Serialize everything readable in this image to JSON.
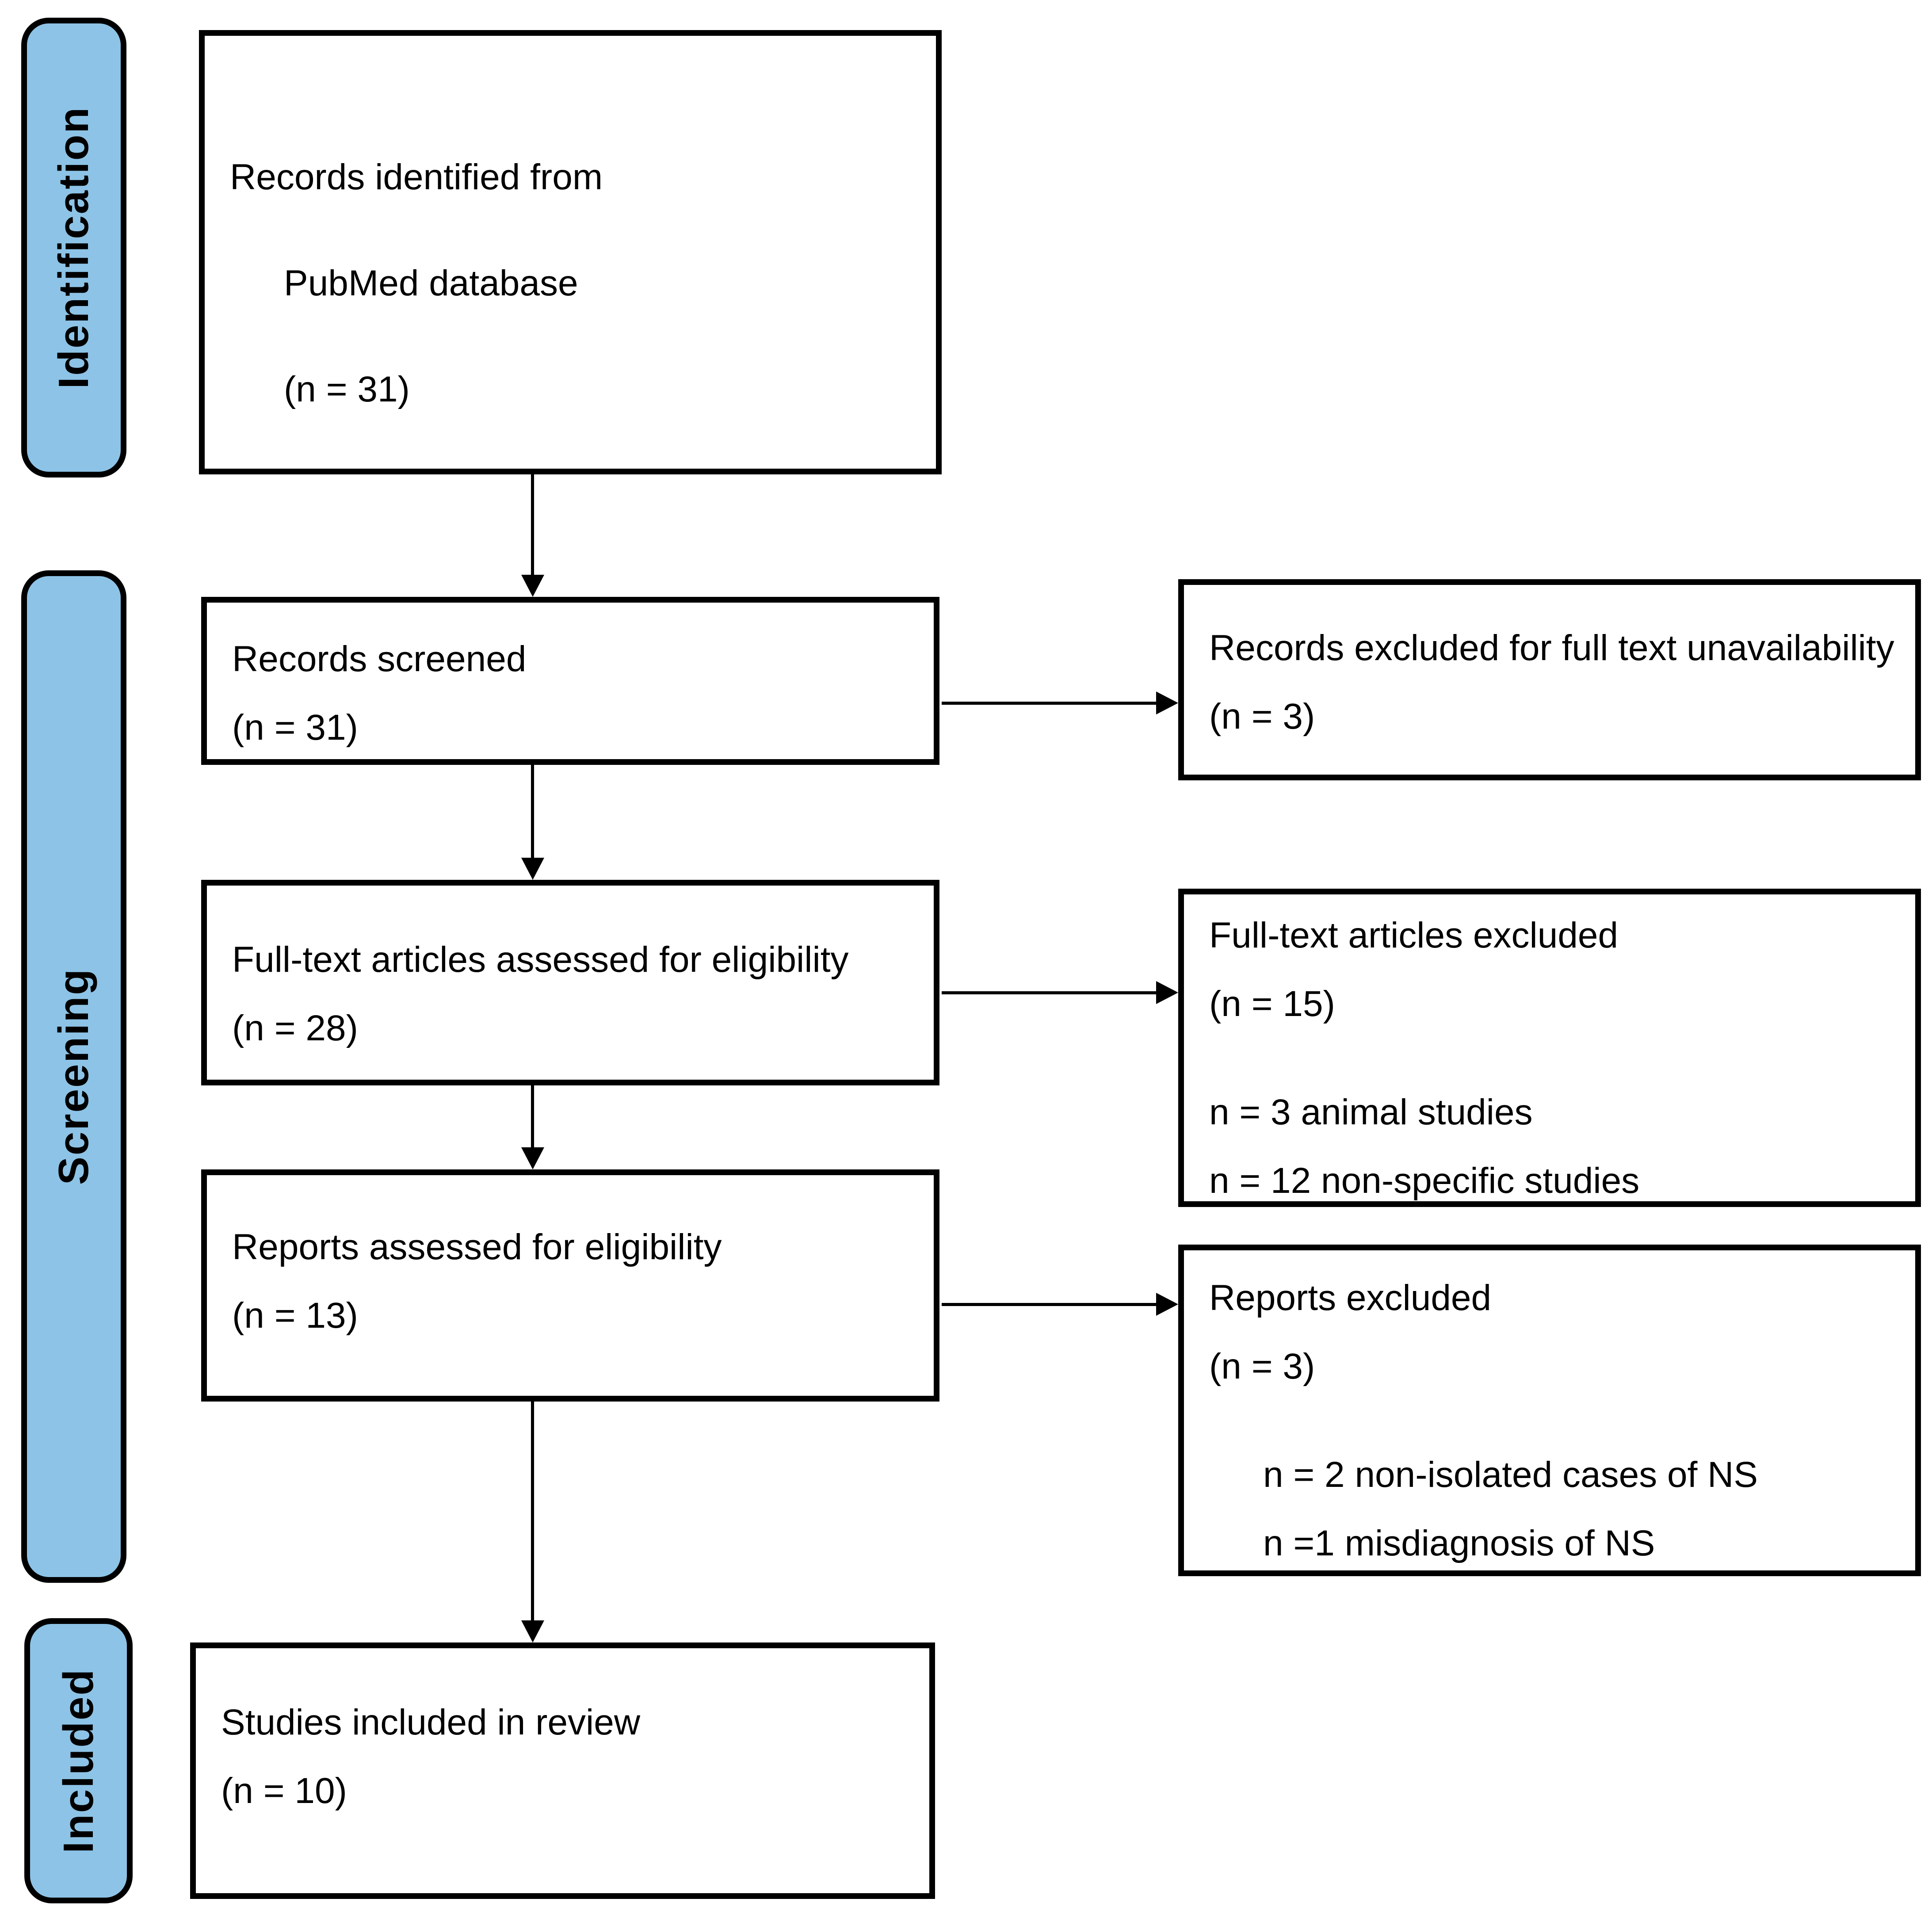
{
  "stages": [
    {
      "id": "identification",
      "label": "Identification"
    },
    {
      "id": "screening",
      "label": "Screening"
    },
    {
      "id": "included",
      "label": "Included"
    }
  ],
  "boxes": {
    "records_identified": {
      "lines": [
        {
          "text": "Records identified from"
        },
        {
          "text": "PubMed database",
          "indent": true
        },
        {
          "text": "(n = 31)",
          "indent": true
        }
      ]
    },
    "records_screened": {
      "lines": [
        {
          "text": "Records screened"
        },
        {
          "text": "(n = 31)"
        }
      ]
    },
    "records_excluded": {
      "lines": [
        {
          "text": "Records excluded for full text unavailability"
        },
        {
          "text": "(n = 3)"
        }
      ]
    },
    "fulltext_assessed": {
      "lines": [
        {
          "text": "Full-text articles assessed for eligibility"
        },
        {
          "text": "(n = 28)"
        }
      ]
    },
    "fulltext_excluded": {
      "lines": [
        {
          "text": "Full-text articles excluded"
        },
        {
          "text": "(n = 15)"
        },
        {
          "spacer": true
        },
        {
          "text": "n = 3 animal studies"
        },
        {
          "text": "n = 12 non-specific studies"
        }
      ]
    },
    "reports_assessed": {
      "lines": [
        {
          "text": "Reports assessed for eligibility"
        },
        {
          "text": "(n = 13)"
        }
      ]
    },
    "reports_excluded": {
      "lines": [
        {
          "text": "Reports excluded"
        },
        {
          "text": "(n = 3)"
        },
        {
          "spacer": true
        },
        {
          "text": "n = 2 non-isolated cases of NS",
          "indent": true
        },
        {
          "text": "n =1 misdiagnosis of NS",
          "indent": true
        }
      ]
    },
    "studies_included": {
      "lines": [
        {
          "text": "Studies included in review"
        },
        {
          "text": "(n = 10)"
        }
      ]
    }
  },
  "colors": {
    "stage_fill": "#8DC3E6",
    "line_color": "#000000",
    "background": "#FFFFFF"
  }
}
